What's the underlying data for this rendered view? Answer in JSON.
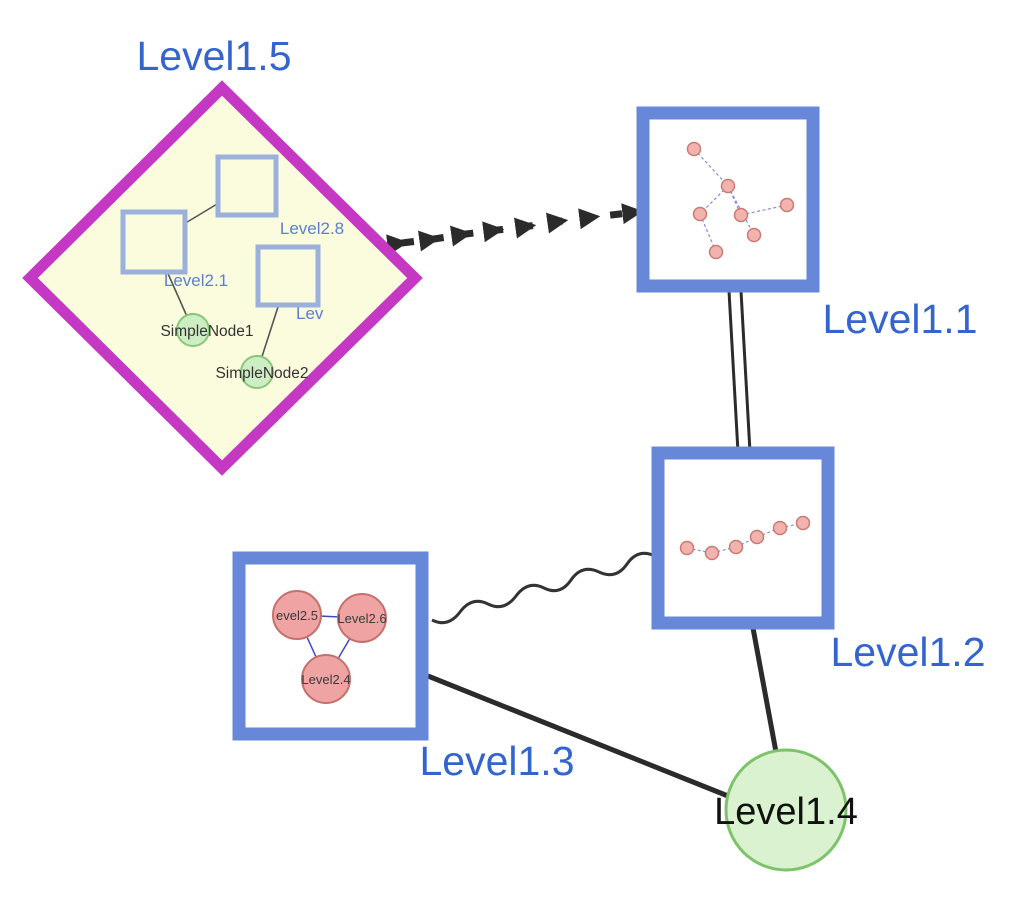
{
  "colors": {
    "background": "#ffffff",
    "label_blue": "#3465cf",
    "inner_label_blue": "#5b7fd0",
    "diamond_border": "#c438c4",
    "diamond_fill": "#fbfbdd",
    "group_box_border": "#6787d8",
    "inner_square_border": "#9bb0da",
    "green_node_fill": "#cdeec2",
    "green_node_border": "#86c878",
    "level1_4_fill": "#daf2cf",
    "level1_4_border": "#7cc36a",
    "pink_node_fill": "#efa3a3",
    "pink_node_border": "#c4706c",
    "triangle_edge_blue": "#3b49c8",
    "subgraph_edge_blue": "#8090d8",
    "edge_black": "#2b2b2b"
  },
  "nodes": {
    "level1_5": {
      "label": "Level1.5",
      "shape": "diamond-group"
    },
    "level1_1": {
      "label": "Level1.1",
      "shape": "box-group",
      "subgraph_node_count": 7
    },
    "level1_2": {
      "label": "Level1.2",
      "shape": "box-group",
      "subgraph_node_count": 6
    },
    "level1_3": {
      "label": "Level1.3",
      "shape": "box-group",
      "subgraph_node_count": 3
    },
    "level1_4": {
      "label": "Level1.4",
      "shape": "circle"
    }
  },
  "level1_5_children": {
    "level2_8": {
      "label": "Level2.8",
      "shape": "square"
    },
    "level2_1": {
      "label": "Level2.1",
      "shape": "square"
    },
    "level2_clipped": {
      "label": "Lev",
      "shape": "square"
    },
    "simplenode1": {
      "label": "SimpleNode1",
      "shape": "circle"
    },
    "simplenode2": {
      "label": "SimpleNode2",
      "shape": "circle"
    }
  },
  "level1_3_children": {
    "level2_5": {
      "label": "evel2.5"
    },
    "level2_6": {
      "label": "Level2.6"
    },
    "level2_4": {
      "label": "Level2.4"
    }
  },
  "edges": [
    {
      "from": "Level1.5",
      "to": "Level1.1",
      "style": "bold-dashed-arrow"
    },
    {
      "from": "Level1.1",
      "to": "Level1.2",
      "style": "double-parallel-line"
    },
    {
      "from": "Level1.3",
      "to": "Level1.2",
      "style": "wavy-line"
    },
    {
      "from": "Level1.3",
      "to": "Level1.4",
      "style": "solid-line"
    },
    {
      "from": "Level1.2",
      "to": "Level1.4",
      "style": "solid-line"
    }
  ]
}
